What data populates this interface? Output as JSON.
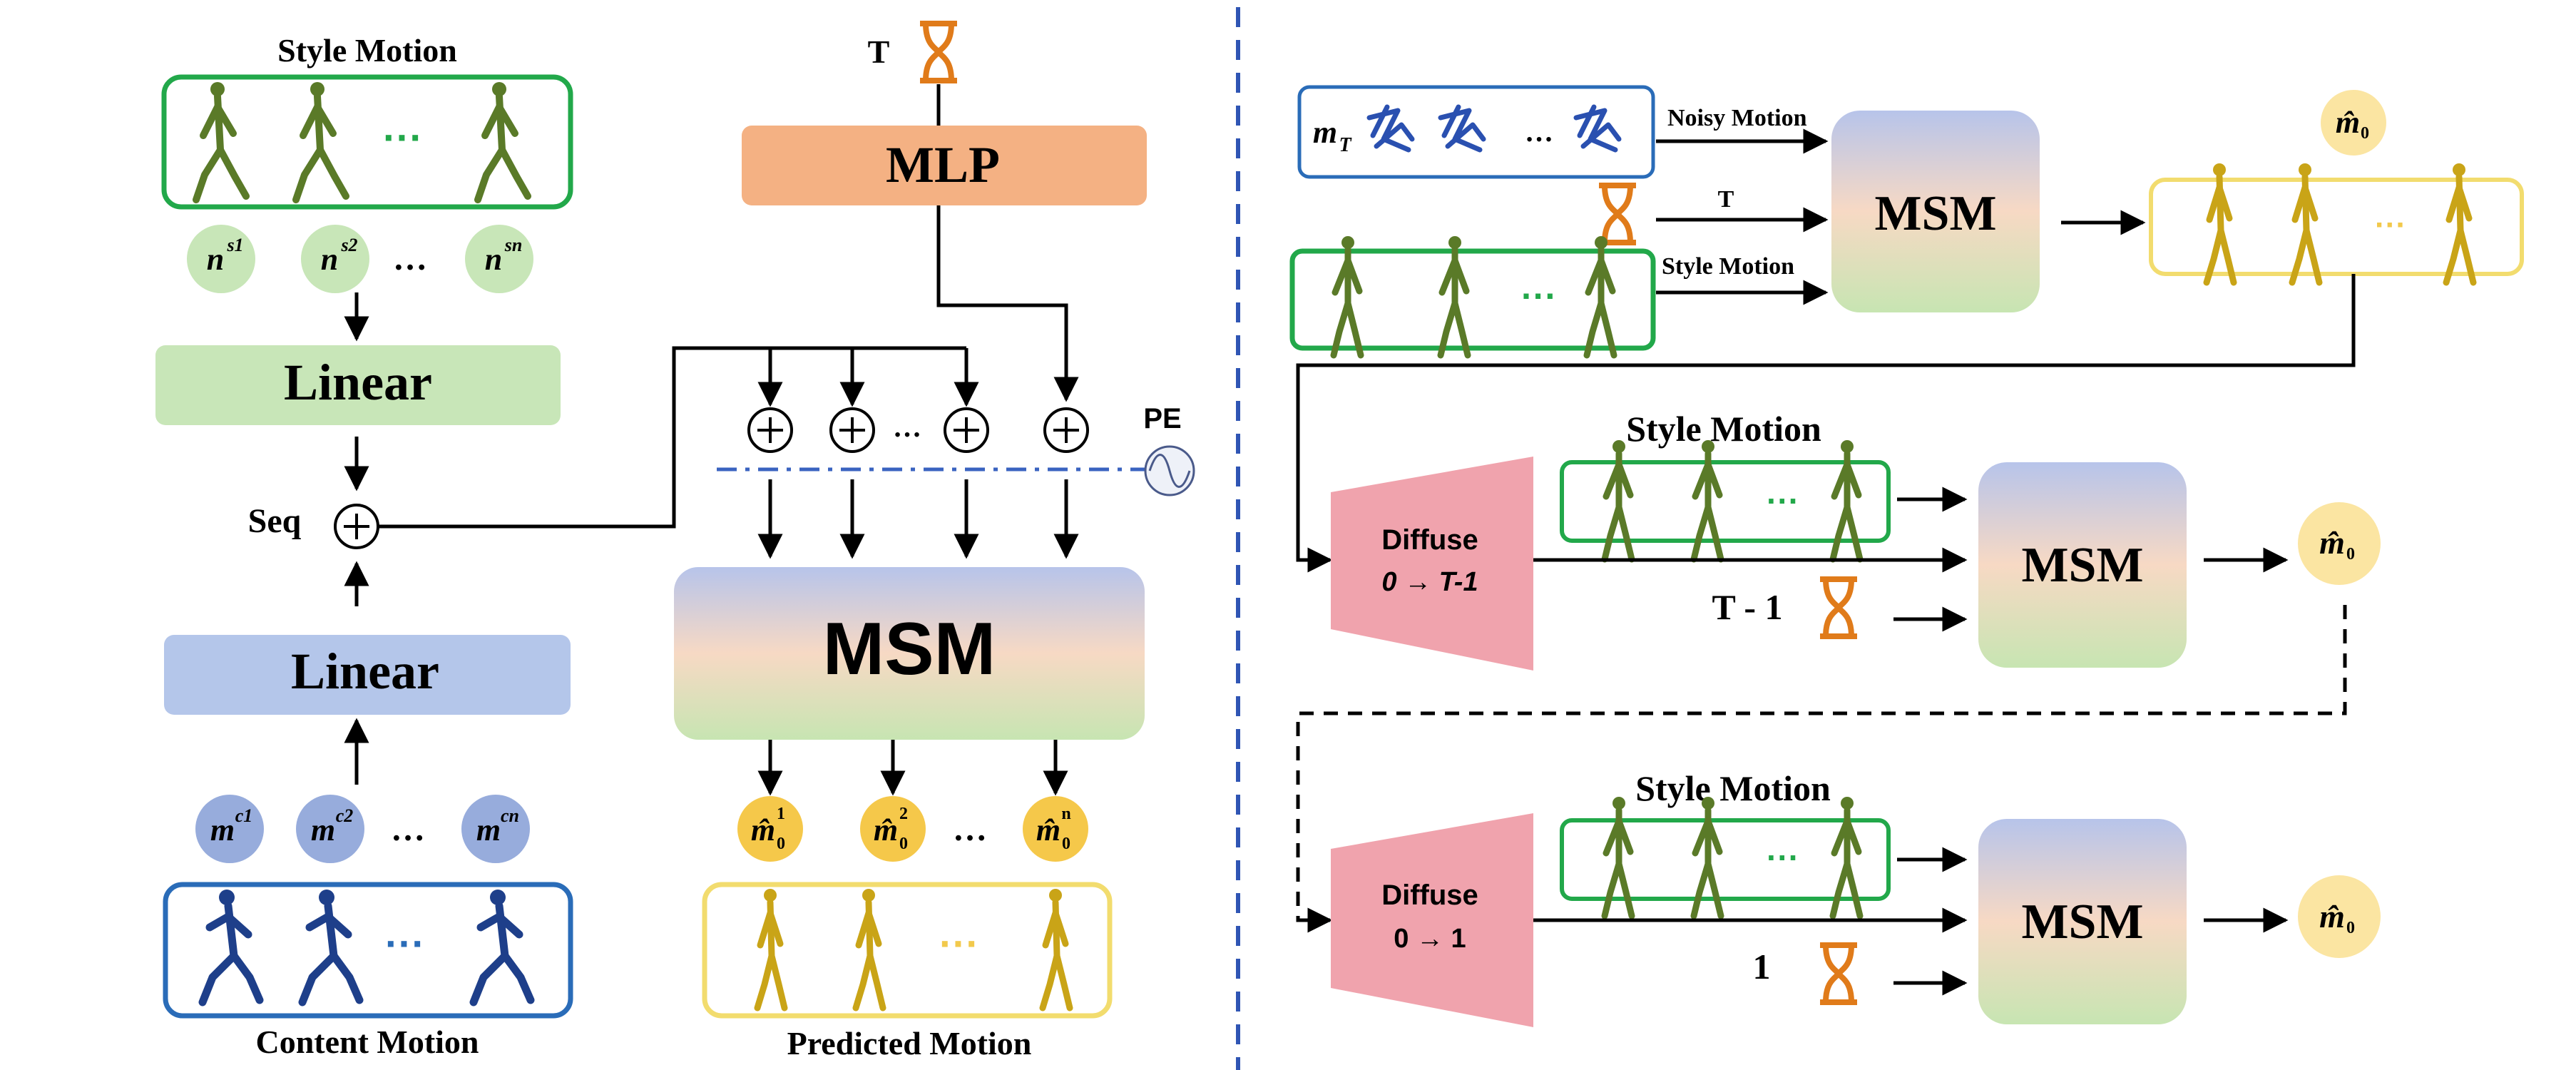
{
  "left": {
    "style_motion_title": "Style Motion",
    "style_tokens": [
      "n",
      "n",
      "n"
    ],
    "style_token_sup": [
      "s1",
      "s2",
      "sn"
    ],
    "ellipsis": "…",
    "dots": "···",
    "linear_top": "Linear",
    "seq": "Seq",
    "linear_bottom": "Linear",
    "content_tokens": [
      "m",
      "m",
      "m"
    ],
    "content_token_sup": [
      "c1",
      "c2",
      "cn"
    ],
    "content_motion_title": "Content Motion",
    "t_label": "T",
    "mlp": "MLP",
    "pe": "PE",
    "msm": "MSM",
    "output_tokens": [
      "m̂",
      "m̂",
      "m̂"
    ],
    "output_sub": [
      "0",
      "0",
      "0"
    ],
    "output_sup": [
      "1",
      "2",
      "n"
    ],
    "predicted_motion_title": "Predicted Motion"
  },
  "right": {
    "mt_label": "m",
    "mt_sub": "T",
    "noisy_motion": "Noisy Motion",
    "t_label": "T",
    "style_motion_small": "Style Motion",
    "msm1": "MSM",
    "m0_1": "m̂",
    "m0_1_sub": "0",
    "style_motion_2": "Style Motion",
    "diffuse1": "Diffuse",
    "diffuse1_range": "0 → T-1",
    "t_minus_1": "T - 1",
    "msm2": "MSM",
    "m0_2": "m̂",
    "m0_2_sub": "0",
    "style_motion_3": "Style Motion",
    "diffuse2": "Diffuse",
    "diffuse2_range": "0 → 1",
    "one": "1",
    "msm3": "MSM",
    "m0_3": "m̂",
    "m0_3_sub": "0"
  },
  "colors": {
    "green_border": "#22a84a",
    "blue_border": "#2a6cb8",
    "yellow_border": "#f2dc6e",
    "green_fill": "#c8e6b8",
    "blue_fill": "#b4c6ea",
    "orange_fill": "#f4b183",
    "pink_fill": "#f0a3ad",
    "gold_token": "#f5c84a",
    "gold_token_light": "#fbe5a2",
    "hourglass": "#e07b1a",
    "divider": "#2f55b4"
  }
}
